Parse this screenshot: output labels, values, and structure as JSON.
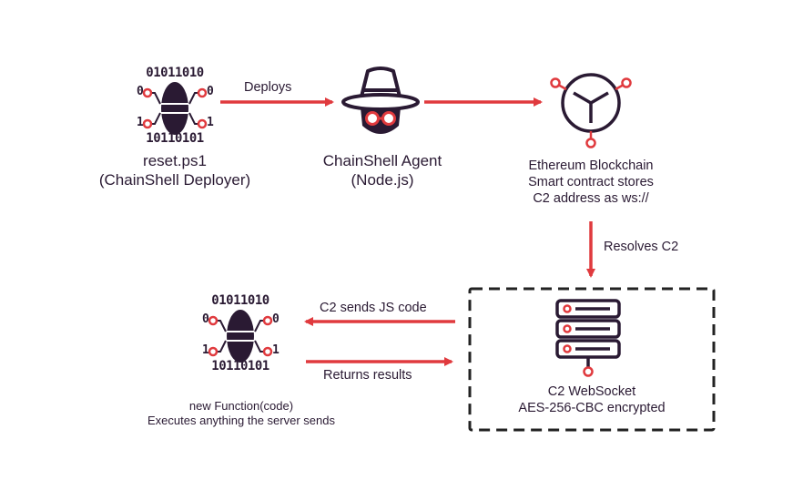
{
  "nodes": {
    "deployer": {
      "line1": "reset.ps1",
      "line2": "(ChainShell Deployer)",
      "icon": "binary-chip-icon"
    },
    "agent": {
      "line1": "ChainShell Agent",
      "line2": "(Node.js)",
      "icon": "hacker-hat-icon"
    },
    "blockchain": {
      "line1": "Ethereum Blockchain",
      "line2": "Smart contract stores",
      "line3": "C2 address as ws://",
      "icon": "ethereum-node-icon"
    },
    "c2": {
      "line1": "C2 WebSocket",
      "line2": "AES-256-CBC encrypted",
      "icon": "server-stack-icon"
    },
    "executor": {
      "line1": "new Function(code)",
      "line2": "Executes anything the server sends",
      "icon": "binary-chip-icon"
    }
  },
  "edges": {
    "deploys": "Deploys",
    "resolves": "Resolves C2",
    "sends_js": "C2 sends JS code",
    "returns": "Returns results"
  },
  "colors": {
    "accent": "#e03a3e",
    "ink": "#2a1a33"
  }
}
